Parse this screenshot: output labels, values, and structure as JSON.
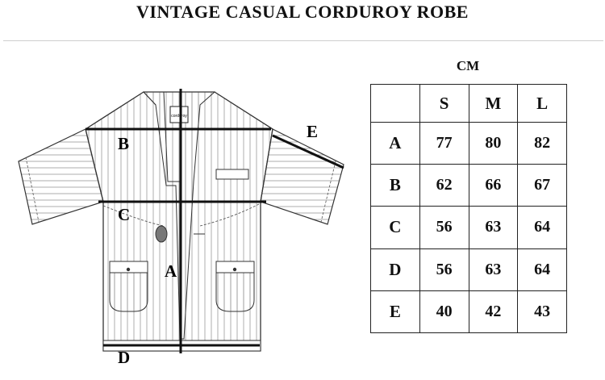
{
  "title": "VINTAGE CASUAL CORDUROY ROBE",
  "diagram": {
    "tag": "corduroy",
    "labels": {
      "a": "A",
      "b": "B",
      "c": "C",
      "d": "D",
      "e": "E"
    }
  },
  "size_chart": {
    "unit": "CM",
    "columns": [
      "",
      "S",
      "M",
      "L"
    ],
    "rows": [
      {
        "measure": "A",
        "values": [
          "77",
          "80",
          "82"
        ]
      },
      {
        "measure": "B",
        "values": [
          "62",
          "66",
          "67"
        ]
      },
      {
        "measure": "C",
        "values": [
          "56",
          "63",
          "64"
        ]
      },
      {
        "measure": "D",
        "values": [
          "56",
          "63",
          "64"
        ]
      },
      {
        "measure": "E",
        "values": [
          "40",
          "42",
          "43"
        ]
      }
    ]
  }
}
